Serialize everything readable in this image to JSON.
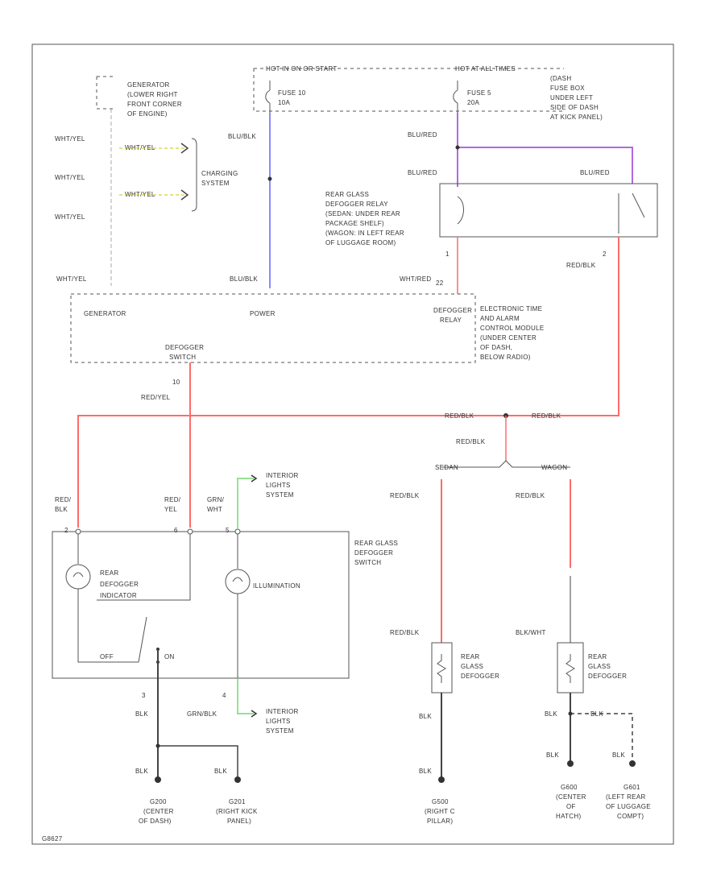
{
  "fuse_box": {
    "hot_run": "HOT IN ON OR START",
    "hot_all": "HOT AT ALL TIMES",
    "fuse_10": "FUSE 10",
    "fuse_10_amp": "10A",
    "fuse_5": "FUSE 5",
    "fuse_5_amp": "20A",
    "location": [
      "(DASH",
      "FUSE BOX",
      "UNDER LEFT",
      "SIDE OF DASH",
      "AT KICK PANEL)"
    ]
  },
  "generator": {
    "label": [
      "GENERATOR",
      "(LOWER RIGHT",
      "FRONT CORNER",
      "OF ENGINE)"
    ],
    "wires": [
      "WHT/YEL",
      "WHT/YEL",
      "WHT/YEL",
      "WHT/YEL"
    ],
    "charging_wire_1": "WHT/YEL",
    "charging_wire_2": "WHT/YEL",
    "charging_system": [
      "CHARGING",
      "SYSTEM"
    ]
  },
  "wires": {
    "blu_blk_top": "BLU/BLK",
    "blu_blk_bottom": "BLU/BLK",
    "blu_red_1": "BLU/RED",
    "blu_red_2": "BLU/RED",
    "blu_red_3": "BLU/RED",
    "wht_red": "WHT/RED",
    "red_blk_relay": "RED/BLK",
    "red_yel": "RED/YEL",
    "red_blk_splice_left": "RED/BLK",
    "red_blk_splice_right": "RED/BLK",
    "red_blk_down": "RED/BLK",
    "sedan": "SEDAN",
    "wagon": "WAGON",
    "red_blk_sedan": "RED/BLK",
    "red_blk_wagon": "RED/BLK",
    "red_blk_sedan_low": "RED/BLK",
    "blk_wht_wagon_low": "BLK/WHT",
    "switch_red_blk": [
      "RED/",
      "BLK"
    ],
    "switch_red_yel": [
      "RED/",
      "YEL"
    ],
    "switch_grn_wht": [
      "GRN/",
      "WHT"
    ],
    "grn_blk": "GRN/BLK",
    "blk_1": "BLK",
    "blk_2": "BLK",
    "blk_3": "BLK",
    "blk_4": "BLK",
    "blk_5": "BLK",
    "blk_6": "BLK",
    "blk_7": "BLK",
    "blk_8": "BLK"
  },
  "relay": {
    "label": [
      "REAR GLASS",
      "DEFOGGER RELAY",
      "(SEDAN: UNDER REAR",
      "PACKAGE SHELF)",
      "(WAGON: IN LEFT REAR",
      "OF LUGGAGE ROOM)"
    ],
    "pin_1": "1",
    "pin_2": "2"
  },
  "module": {
    "generator": "GENERATOR",
    "power": "POWER",
    "defogger_relay": [
      "DEFOGGER",
      "RELAY"
    ],
    "defogger_switch": [
      "DEFOGGER",
      "SWITCH"
    ],
    "pin_10": "10",
    "pin_22": "22",
    "label": [
      "ELECTRONIC TIME",
      "AND ALARM",
      "CONTROL MODULE",
      "(UNDER CENTER",
      "OF DASH,",
      "BELOW RADIO)"
    ]
  },
  "switch": {
    "label": [
      "REAR GLASS",
      "DEFOGGER",
      "SWITCH"
    ],
    "indicator": [
      "REAR",
      "DEFOGGER",
      "INDICATOR"
    ],
    "illumination": "ILLUMINATION",
    "off": "OFF",
    "on": "ON",
    "pin_2": "2",
    "pin_6": "6",
    "pin_5": "5",
    "pin_3": "3",
    "pin_4": "4"
  },
  "interior_lights_1": [
    "INTERIOR",
    "LIGHTS",
    "SYSTEM"
  ],
  "interior_lights_2": [
    "INTERIOR",
    "LIGHTS",
    "SYSTEM"
  ],
  "defogger_sedan": [
    "REAR",
    "GLASS",
    "DEFOGGER"
  ],
  "defogger_wagon": [
    "REAR",
    "GLASS",
    "DEFOGGER"
  ],
  "grounds": {
    "g200": [
      "G200",
      "(CENTER",
      "OF DASH)"
    ],
    "g201": [
      "G201",
      "(RIGHT KICK",
      "PANEL)"
    ],
    "g500": [
      "G500",
      "(RIGHT C",
      "PILLAR)"
    ],
    "g600": [
      "G600",
      "(CENTER",
      "OF",
      "HATCH)"
    ],
    "g601": [
      "G601",
      "(LEFT REAR",
      "OF LUGGAGE",
      "COMPT)"
    ]
  },
  "figure_id": "G8627",
  "colors": {
    "red": "#ff6b6b",
    "blue": "#8a8aff",
    "violet": "#b06ae0",
    "green": "#74d874",
    "black": "#444444"
  }
}
